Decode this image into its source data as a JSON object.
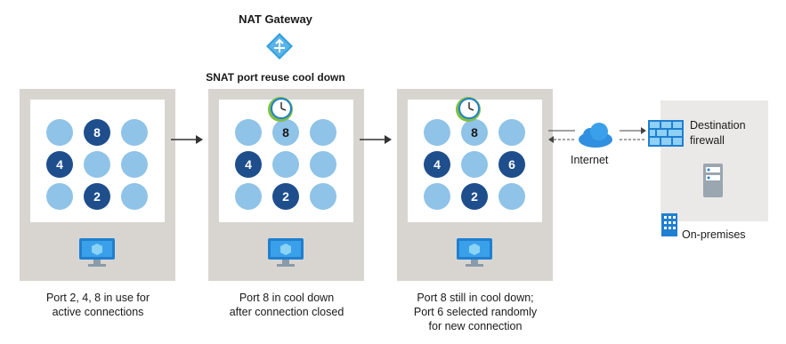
{
  "nat_gateway": {
    "title": "NAT Gateway",
    "icon": "nat-gateway-icon"
  },
  "snat_label": "SNAT port reuse cool down",
  "panels": [
    {
      "caption": "Port 2, 4, 8 in use for\nactive connections",
      "ports": [
        "",
        "8",
        "",
        "4",
        "",
        "",
        "",
        "2",
        ""
      ],
      "states": [
        "idle",
        "active",
        "idle",
        "active",
        "idle",
        "idle",
        "idle",
        "active",
        "idle"
      ],
      "clock": false
    },
    {
      "caption": "Port 8 in cool down\nafter connection closed",
      "ports": [
        "",
        "8",
        "",
        "4",
        "",
        "",
        "",
        "2",
        ""
      ],
      "states": [
        "idle",
        "cool",
        "idle",
        "active",
        "idle",
        "idle",
        "idle",
        "active",
        "idle"
      ],
      "clock": true
    },
    {
      "caption": "Port 8 still in cool down;\nPort 6 selected randomly\nfor new connection",
      "ports": [
        "",
        "8",
        "",
        "4",
        "",
        "6",
        "",
        "2",
        ""
      ],
      "states": [
        "idle",
        "cool",
        "idle",
        "active",
        "idle",
        "active",
        "idle",
        "active",
        "idle"
      ],
      "clock": true
    }
  ],
  "internet": {
    "label": "Internet",
    "icon": "cloud-icon"
  },
  "destination": {
    "label": "Destination\nfirewall",
    "icon": "firewall-icon",
    "server_icon": "server-icon"
  },
  "onprem": {
    "label": "On-premises",
    "icon": "building-icon"
  },
  "colors": {
    "active": "#1f4e8c",
    "idle": "#8fc3e8",
    "panel": "#d8d5d1",
    "onprem_bg": "#ebe9e7"
  }
}
